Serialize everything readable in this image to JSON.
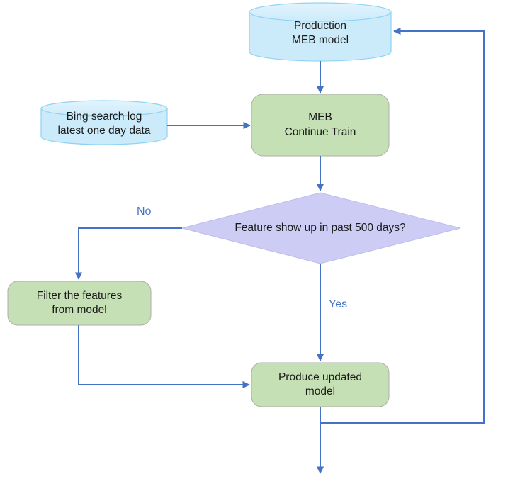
{
  "diagram": {
    "title": "MEB model continue-train flowchart",
    "colors": {
      "cylinder_fill": "#CCEBFA",
      "cylinder_stroke": "#8FD3F4",
      "process_fill": "#C5E0B4",
      "process_stroke": "#A9A9A9",
      "decision_fill": "#CCCCF5",
      "decision_stroke": "#B3B3E6",
      "connector": "#4472C4",
      "label_text": "#4472C4",
      "node_text": "#1a1a1a",
      "background": "#FFFFFF"
    },
    "nodes": [
      {
        "id": "production-meb-model",
        "shape": "cylinder",
        "text": "Production\nMEB model"
      },
      {
        "id": "bing-search-log",
        "shape": "cylinder",
        "text": "Bing search log\nlatest one day data"
      },
      {
        "id": "meb-continue-train",
        "shape": "process",
        "text": "MEB\nContinue Train"
      },
      {
        "id": "feature-decision",
        "shape": "decision",
        "text": "Feature show up in past 500 days?"
      },
      {
        "id": "filter-the-features",
        "shape": "process",
        "text": "Filter the features\nfrom model"
      },
      {
        "id": "produce-updated-model",
        "shape": "process",
        "text": "Produce updated\nmodel"
      }
    ],
    "edge_labels": {
      "no": "No",
      "yes": "Yes"
    }
  }
}
